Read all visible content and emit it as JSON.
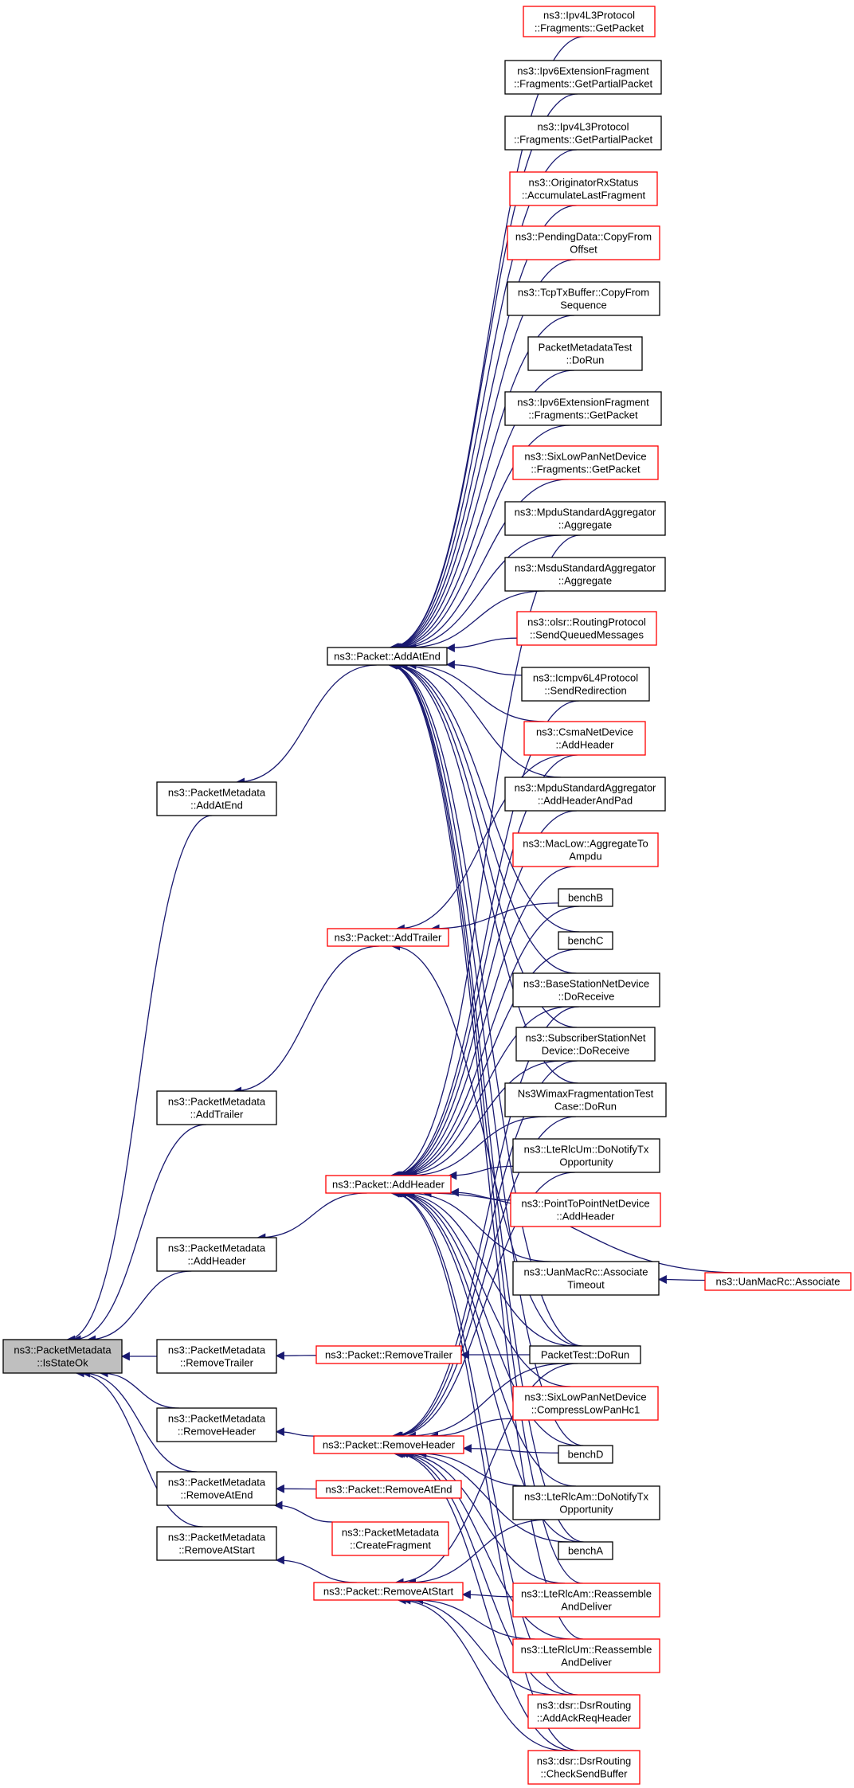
{
  "colors": {
    "edge": "#191970",
    "node_border": "#000000",
    "node_border_truncated": "#ff0000",
    "root_fill": "#bfbfbf",
    "background": "#ffffff"
  },
  "nodes": [
    {
      "id": "root",
      "lines": [
        "ns3::PacketMetadata",
        "::IsStateOk"
      ],
      "style": "root"
    },
    {
      "id": "pm_addatend",
      "lines": [
        "ns3::PacketMetadata",
        "::AddAtEnd"
      ],
      "style": "black"
    },
    {
      "id": "pm_addtrailer",
      "lines": [
        "ns3::PacketMetadata",
        "::AddTrailer"
      ],
      "style": "black"
    },
    {
      "id": "pm_addheader",
      "lines": [
        "ns3::PacketMetadata",
        "::AddHeader"
      ],
      "style": "black"
    },
    {
      "id": "pm_removetrailer",
      "lines": [
        "ns3::PacketMetadata",
        "::RemoveTrailer"
      ],
      "style": "black"
    },
    {
      "id": "pm_removeheader",
      "lines": [
        "ns3::PacketMetadata",
        "::RemoveHeader"
      ],
      "style": "black"
    },
    {
      "id": "pm_removeatend",
      "lines": [
        "ns3::PacketMetadata",
        "::RemoveAtEnd"
      ],
      "style": "black"
    },
    {
      "id": "pm_removeatstart",
      "lines": [
        "ns3::PacketMetadata",
        "::RemoveAtStart"
      ],
      "style": "black"
    },
    {
      "id": "p_addatend",
      "lines": [
        "ns3::Packet::AddAtEnd"
      ],
      "style": "black"
    },
    {
      "id": "p_addtrailer",
      "lines": [
        "ns3::Packet::AddTrailer"
      ],
      "style": "red"
    },
    {
      "id": "p_addheader",
      "lines": [
        "ns3::Packet::AddHeader"
      ],
      "style": "red"
    },
    {
      "id": "p_removetrailer",
      "lines": [
        "ns3::Packet::RemoveTrailer"
      ],
      "style": "red"
    },
    {
      "id": "p_removeheader",
      "lines": [
        "ns3::Packet::RemoveHeader"
      ],
      "style": "red"
    },
    {
      "id": "p_removeatend",
      "lines": [
        "ns3::Packet::RemoveAtEnd"
      ],
      "style": "red"
    },
    {
      "id": "pm_createfragment",
      "lines": [
        "ns3::PacketMetadata",
        "::CreateFragment"
      ],
      "style": "red"
    },
    {
      "id": "p_removeatstart",
      "lines": [
        "ns3::Packet::RemoveAtStart"
      ],
      "style": "red"
    },
    {
      "id": "c_ipv4_getpacket",
      "lines": [
        "ns3::Ipv4L3Protocol",
        "::Fragments::GetPacket"
      ],
      "style": "red"
    },
    {
      "id": "c_ipv6ext_getpartial",
      "lines": [
        "ns3::Ipv6ExtensionFragment",
        "::Fragments::GetPartialPacket"
      ],
      "style": "black"
    },
    {
      "id": "c_ipv4_getpartial",
      "lines": [
        "ns3::Ipv4L3Protocol",
        "::Fragments::GetPartialPacket"
      ],
      "style": "black"
    },
    {
      "id": "c_originator",
      "lines": [
        "ns3::OriginatorRxStatus",
        "::AccumulateLastFragment"
      ],
      "style": "red"
    },
    {
      "id": "c_pendingdata",
      "lines": [
        "ns3::PendingData::CopyFrom",
        "Offset"
      ],
      "style": "red"
    },
    {
      "id": "c_tcptxbuffer",
      "lines": [
        "ns3::TcpTxBuffer::CopyFrom",
        "Sequence"
      ],
      "style": "black"
    },
    {
      "id": "c_pmtest",
      "lines": [
        "PacketMetadataTest",
        "::DoRun"
      ],
      "style": "black"
    },
    {
      "id": "c_ipv6ext_getpacket",
      "lines": [
        "ns3::Ipv6ExtensionFragment",
        "::Fragments::GetPacket"
      ],
      "style": "black"
    },
    {
      "id": "c_sixlowpan_getpacket",
      "lines": [
        "ns3::SixLowPanNetDevice",
        "::Fragments::GetPacket"
      ],
      "style": "red"
    },
    {
      "id": "c_mpdu_aggregate",
      "lines": [
        "ns3::MpduStandardAggregator",
        "::Aggregate"
      ],
      "style": "black"
    },
    {
      "id": "c_msdu_aggregate",
      "lines": [
        "ns3::MsduStandardAggregator",
        "::Aggregate"
      ],
      "style": "black"
    },
    {
      "id": "c_olsr",
      "lines": [
        "ns3::olsr::RoutingProtocol",
        "::SendQueuedMessages"
      ],
      "style": "red"
    },
    {
      "id": "c_icmpv6",
      "lines": [
        "ns3::Icmpv6L4Protocol",
        "::SendRedirection"
      ],
      "style": "black"
    },
    {
      "id": "c_csma",
      "lines": [
        "ns3::CsmaNetDevice",
        "::AddHeader"
      ],
      "style": "red"
    },
    {
      "id": "c_mpdu_addheader",
      "lines": [
        "ns3::MpduStandardAggregator",
        "::AddHeaderAndPad"
      ],
      "style": "black"
    },
    {
      "id": "c_maclow",
      "lines": [
        "ns3::MacLow::AggregateTo",
        "Ampdu"
      ],
      "style": "red"
    },
    {
      "id": "c_benchb",
      "lines": [
        "benchB"
      ],
      "style": "black"
    },
    {
      "id": "c_benchc",
      "lines": [
        "benchC"
      ],
      "style": "black"
    },
    {
      "id": "c_basestation",
      "lines": [
        "ns3::BaseStationNetDevice",
        "::DoReceive"
      ],
      "style": "black"
    },
    {
      "id": "c_subscriber",
      "lines": [
        "ns3::SubscriberStationNet",
        "Device::DoReceive"
      ],
      "style": "black"
    },
    {
      "id": "c_wimaxtest",
      "lines": [
        "Ns3WimaxFragmentationTest",
        "Case::DoRun"
      ],
      "style": "black"
    },
    {
      "id": "c_lterlcum_tx",
      "lines": [
        "ns3::LteRlcUm::DoNotifyTx",
        "Opportunity"
      ],
      "style": "black"
    },
    {
      "id": "c_p2p",
      "lines": [
        "ns3::PointToPointNetDevice",
        "::AddHeader"
      ],
      "style": "red"
    },
    {
      "id": "c_uanmacrc_timeout",
      "lines": [
        "ns3::UanMacRc::Associate",
        "Timeout"
      ],
      "style": "black"
    },
    {
      "id": "c_uanmacrc_assoc",
      "lines": [
        "ns3::UanMacRc::Associate"
      ],
      "style": "red"
    },
    {
      "id": "c_packettest",
      "lines": [
        "PacketTest::DoRun"
      ],
      "style": "black"
    },
    {
      "id": "c_sixlowpan_compress",
      "lines": [
        "ns3::SixLowPanNetDevice",
        "::CompressLowPanHc1"
      ],
      "style": "red"
    },
    {
      "id": "c_benchd",
      "lines": [
        "benchD"
      ],
      "style": "black"
    },
    {
      "id": "c_lterlcam_tx",
      "lines": [
        "ns3::LteRlcAm::DoNotifyTx",
        "Opportunity"
      ],
      "style": "black"
    },
    {
      "id": "c_bencha",
      "lines": [
        "benchA"
      ],
      "style": "black"
    },
    {
      "id": "c_lterlcam_reasm",
      "lines": [
        "ns3::LteRlcAm::Reassemble",
        "AndDeliver"
      ],
      "style": "red"
    },
    {
      "id": "c_lterlcum_reasm",
      "lines": [
        "ns3::LteRlcUm::Reassemble",
        "AndDeliver"
      ],
      "style": "red"
    },
    {
      "id": "c_dsr_ackreq",
      "lines": [
        "ns3::dsr::DsrRouting",
        "::AddAckReqHeader"
      ],
      "style": "red"
    },
    {
      "id": "c_dsr_checksend",
      "lines": [
        "ns3::dsr::DsrRouting",
        "::CheckSendBuffer"
      ],
      "style": "red"
    }
  ],
  "edges": [
    [
      "pm_addatend",
      "root"
    ],
    [
      "pm_addtrailer",
      "root"
    ],
    [
      "pm_addheader",
      "root"
    ],
    [
      "pm_removetrailer",
      "root"
    ],
    [
      "pm_removeheader",
      "root"
    ],
    [
      "pm_removeatend",
      "root"
    ],
    [
      "pm_removeatstart",
      "root"
    ],
    [
      "p_addatend",
      "pm_addatend"
    ],
    [
      "p_addtrailer",
      "pm_addtrailer"
    ],
    [
      "p_addheader",
      "pm_addheader"
    ],
    [
      "p_removetrailer",
      "pm_removetrailer"
    ],
    [
      "p_removeheader",
      "pm_removeheader"
    ],
    [
      "p_removeatend",
      "pm_removeatend"
    ],
    [
      "pm_createfragment",
      "pm_removeatend"
    ],
    [
      "p_removeatstart",
      "pm_removeatstart"
    ],
    [
      "c_ipv4_getpacket",
      "p_addatend"
    ],
    [
      "c_ipv6ext_getpartial",
      "p_addatend"
    ],
    [
      "c_ipv4_getpartial",
      "p_addatend"
    ],
    [
      "c_originator",
      "p_addatend"
    ],
    [
      "c_pendingdata",
      "p_addatend"
    ],
    [
      "c_tcptxbuffer",
      "p_addatend"
    ],
    [
      "c_pmtest",
      "p_addatend"
    ],
    [
      "c_ipv6ext_getpacket",
      "p_addatend"
    ],
    [
      "c_sixlowpan_getpacket",
      "p_addatend"
    ],
    [
      "c_mpdu_aggregate",
      "p_addatend"
    ],
    [
      "c_msdu_aggregate",
      "p_addatend"
    ],
    [
      "c_olsr",
      "p_addatend"
    ],
    [
      "c_icmpv6",
      "p_addatend"
    ],
    [
      "c_csma",
      "p_addatend"
    ],
    [
      "c_mpdu_addheader",
      "p_addatend"
    ],
    [
      "c_benchc",
      "p_addatend"
    ],
    [
      "c_basestation",
      "p_addatend"
    ],
    [
      "c_subscriber",
      "p_addatend"
    ],
    [
      "c_wimaxtest",
      "p_addatend"
    ],
    [
      "c_packettest",
      "p_addatend"
    ],
    [
      "c_bencha",
      "p_addatend"
    ],
    [
      "c_benchd",
      "p_addatend"
    ],
    [
      "c_lterlcam_reasm",
      "p_addatend"
    ],
    [
      "c_lterlcum_reasm",
      "p_addatend"
    ],
    [
      "c_csma",
      "p_addtrailer"
    ],
    [
      "c_benchb",
      "p_addtrailer"
    ],
    [
      "c_packettest",
      "p_addtrailer"
    ],
    [
      "c_mpdu_aggregate",
      "p_addheader"
    ],
    [
      "c_icmpv6",
      "p_addheader"
    ],
    [
      "c_csma",
      "p_addheader"
    ],
    [
      "c_mpdu_addheader",
      "p_addheader"
    ],
    [
      "c_maclow",
      "p_addheader"
    ],
    [
      "c_benchb",
      "p_addheader"
    ],
    [
      "c_benchc",
      "p_addheader"
    ],
    [
      "c_basestation",
      "p_addheader"
    ],
    [
      "c_subscriber",
      "p_addheader"
    ],
    [
      "c_wimaxtest",
      "p_addheader"
    ],
    [
      "c_lterlcum_tx",
      "p_addheader"
    ],
    [
      "c_p2p",
      "p_addheader"
    ],
    [
      "c_uanmacrc_assoc",
      "p_addheader"
    ],
    [
      "c_uanmacrc_timeout",
      "p_addheader"
    ],
    [
      "c_packettest",
      "p_addheader"
    ],
    [
      "c_sixlowpan_compress",
      "p_addheader"
    ],
    [
      "c_benchd",
      "p_addheader"
    ],
    [
      "c_lterlcam_tx",
      "p_addheader"
    ],
    [
      "c_bencha",
      "p_addheader"
    ],
    [
      "c_dsr_ackreq",
      "p_addheader"
    ],
    [
      "c_dsr_checksend",
      "p_addheader"
    ],
    [
      "c_uanmacrc_assoc",
      "c_uanmacrc_timeout"
    ],
    [
      "c_packettest",
      "p_removetrailer"
    ],
    [
      "c_basestation",
      "p_removeheader"
    ],
    [
      "c_subscriber",
      "p_removeheader"
    ],
    [
      "c_wimaxtest",
      "p_removeheader"
    ],
    [
      "c_packettest",
      "p_removeheader"
    ],
    [
      "c_sixlowpan_compress",
      "p_removeheader"
    ],
    [
      "c_benchd",
      "p_removeheader"
    ],
    [
      "c_lterlcam_tx",
      "p_removeheader"
    ],
    [
      "c_bencha",
      "p_removeheader"
    ],
    [
      "c_lterlcam_reasm",
      "p_removeheader"
    ],
    [
      "c_lterlcum_reasm",
      "p_removeheader"
    ],
    [
      "c_dsr_ackreq",
      "p_removeheader"
    ],
    [
      "c_dsr_checksend",
      "p_removeheader"
    ],
    [
      "c_lterlcum_tx",
      "p_removeheader"
    ],
    [
      "c_lterlcam_tx",
      "p_removeatstart"
    ],
    [
      "c_lterlcam_reasm",
      "p_removeatstart"
    ],
    [
      "c_lterlcum_reasm",
      "p_removeatstart"
    ],
    [
      "c_dsr_ackreq",
      "p_removeatstart"
    ],
    [
      "c_dsr_checksend",
      "p_removeatstart"
    ],
    [
      "c_packettest",
      "p_removeatstart"
    ]
  ]
}
